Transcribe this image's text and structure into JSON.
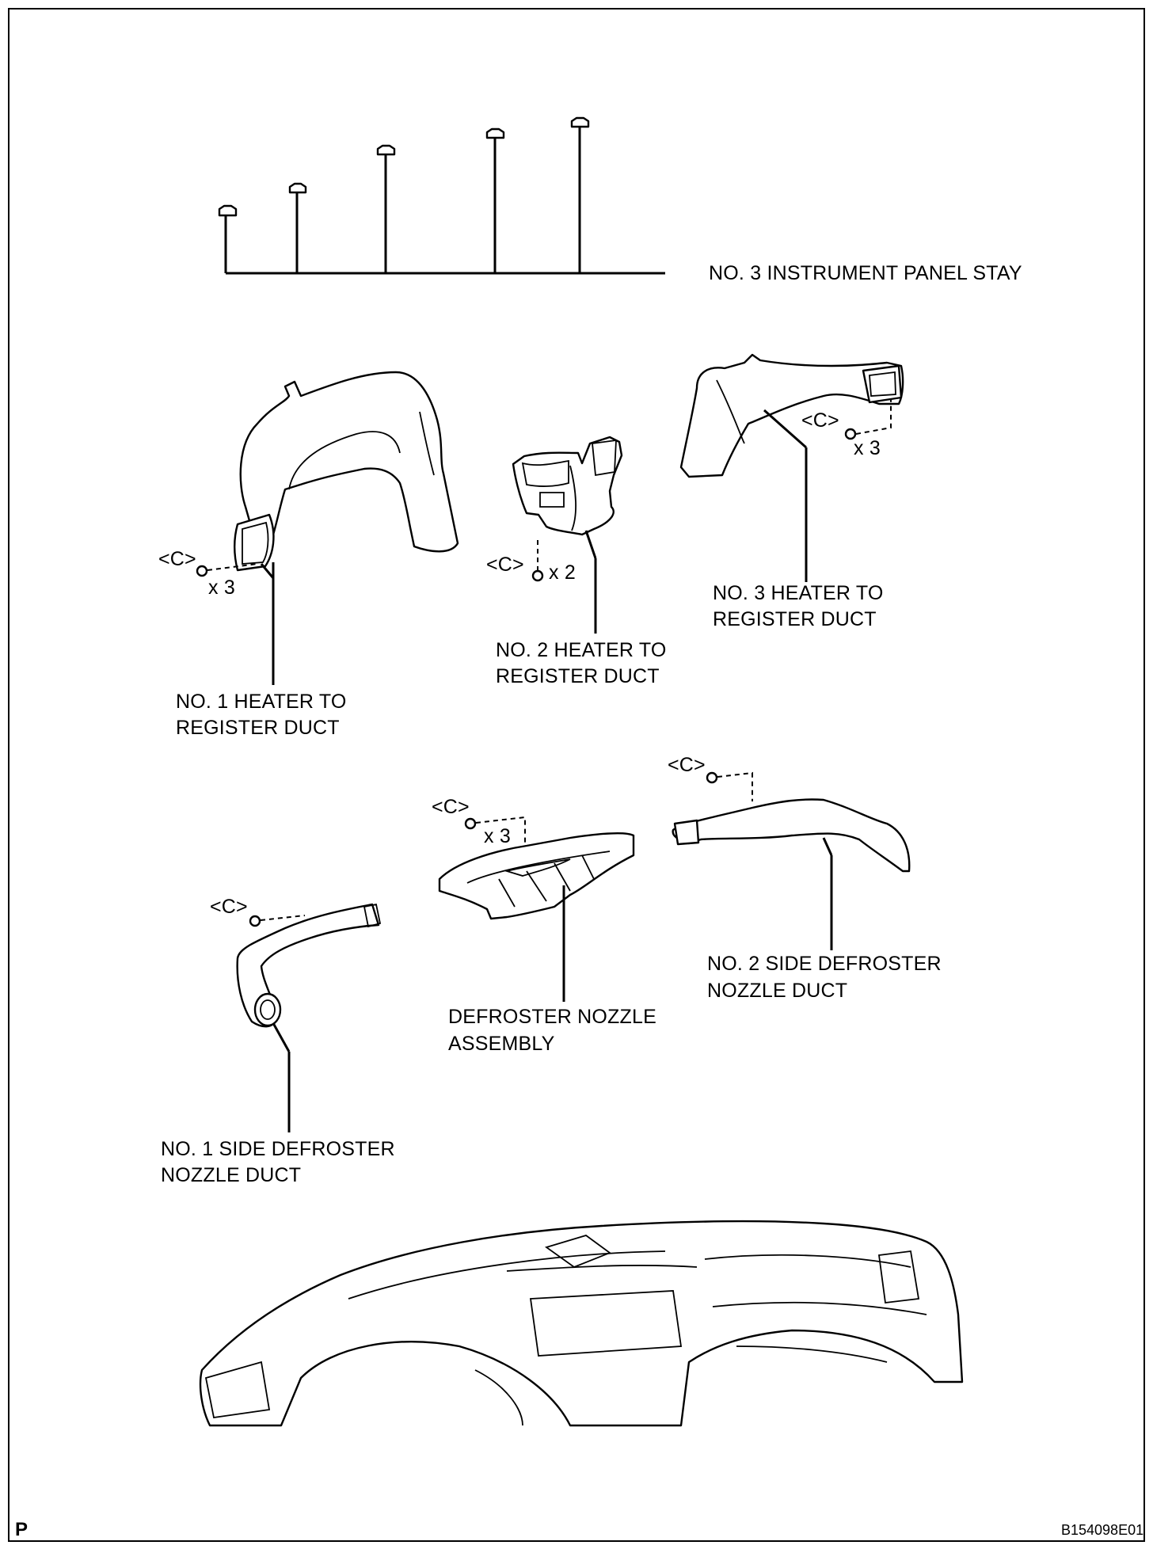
{
  "labels": {
    "panel_stay": "NO. 3 INSTRUMENT PANEL STAY",
    "duct1_line1": "NO. 1 HEATER TO",
    "duct1_line2": "REGISTER DUCT",
    "duct2_line1": "NO. 2 HEATER TO",
    "duct2_line2": "REGISTER DUCT",
    "duct3_line1": "NO. 3 HEATER TO",
    "duct3_line2": "REGISTER DUCT",
    "defroster_line1": "DEFROSTER NOZZLE",
    "defroster_line2": "ASSEMBLY",
    "side1_line1": "NO. 1 SIDE DEFROSTER",
    "side1_line2": "NOZZLE DUCT",
    "side2_line1": "NO. 2 SIDE DEFROSTER",
    "side2_line2": "NOZZLE DUCT"
  },
  "fasteners": {
    "c_code": "<C>",
    "duct1_qty": "x 3",
    "duct2_qty": "x 2",
    "duct3_qty": "x 3",
    "defroster_qty": "x 3"
  },
  "corner": {
    "left": "P",
    "right": "B154098E01"
  }
}
